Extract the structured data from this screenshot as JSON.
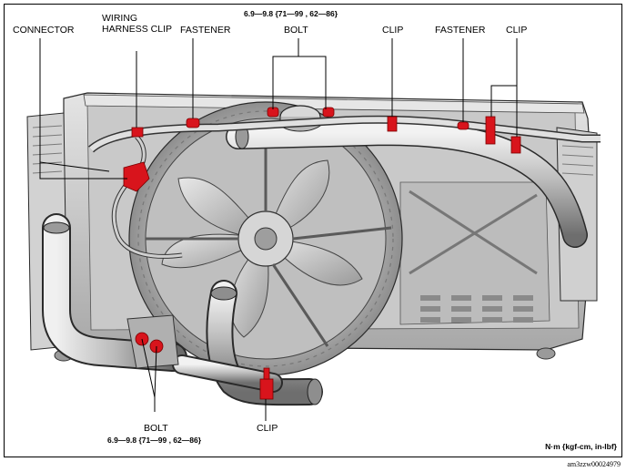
{
  "labels": {
    "connector": "CONNECTOR",
    "wiring_line1": "WIRING",
    "wiring_line2": "HARNESS CLIP",
    "fastener_left": "FASTENER",
    "bolt_top": "BOLT",
    "bolt_top_spec": "6.9—9.8 {71—99 , 62—86}",
    "clip_top_left": "CLIP",
    "fastener_right": "FASTENER",
    "clip_top_right": "CLIP",
    "bolt_bottom": "BOLT",
    "bolt_bottom_spec": "6.9—9.8 {71—99 , 62—86}",
    "clip_bottom": "CLIP"
  },
  "units": "N·m {kgf-cm, in-lbf}",
  "figure_code": "am3zzw00024979",
  "colors": {
    "highlight": "#d8141c",
    "metal_light": "#dcdcdc",
    "metal_mid": "#b4b4b4",
    "metal_dark": "#7a7a7a",
    "outline": "#2a2a2a"
  }
}
